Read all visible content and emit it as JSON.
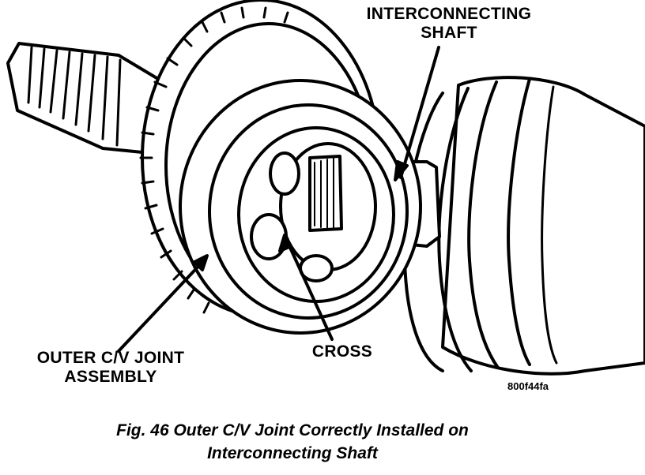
{
  "labels": {
    "interconnecting_shaft": [
      "INTERCONNECTING",
      "SHAFT"
    ],
    "outer_cv_joint": [
      "OUTER C/V JOINT",
      "ASSEMBLY"
    ],
    "cross": "CROSS"
  },
  "figure_code": "800f44fa",
  "caption": [
    "Fig. 46 Outer C/V Joint Correctly Installed on",
    "Interconnecting Shaft"
  ]
}
